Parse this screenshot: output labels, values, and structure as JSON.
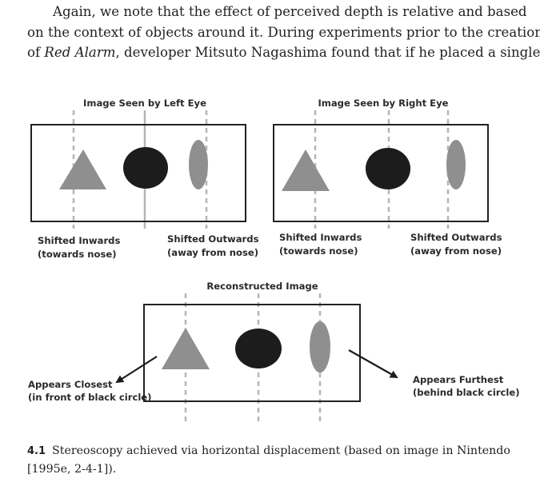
{
  "paragraph": {
    "line1": "Again, we note that the effect of perceived depth is relative and based",
    "line2": "on the context of objects around it. During experiments prior to the creation",
    "line3_prefix": "of ",
    "line3_italic": "Red Alarm",
    "line3_suffix": ", developer Mitsuto Nagashima found that if he placed a single"
  },
  "figure": {
    "left_eye_title": "Image Seen by Left Eye",
    "right_eye_title": "Image Seen by Right Eye",
    "left_shift_in_1": "Shifted Inwards",
    "left_shift_in_2": "(towards nose)",
    "left_shift_out_1": "Shifted Outwards",
    "left_shift_out_2": "(away from nose)",
    "right_shift_in_1": "Shifted Inwards",
    "right_shift_in_2": "(towards nose)",
    "right_shift_out_1": "Shifted Outwards",
    "right_shift_out_2": "(away from nose)",
    "reconstructed_title": "Reconstructed Image",
    "closest_1": "Appears Closest",
    "closest_2": "(in front of black circle)",
    "furthest_1": "Appears Furthest",
    "furthest_2": "(behind black circle)"
  },
  "caption": {
    "number": "4.1",
    "line1": "Stereoscopy achieved via horizontal displacement (based on image in Nintendo",
    "line2": "[1995e, 2-4-1])."
  },
  "colors": {
    "shape_gray": "#8f8f8f",
    "circle_black": "#1c1c1c",
    "dash_gray": "#b5b5b5",
    "frame": "#222222"
  }
}
